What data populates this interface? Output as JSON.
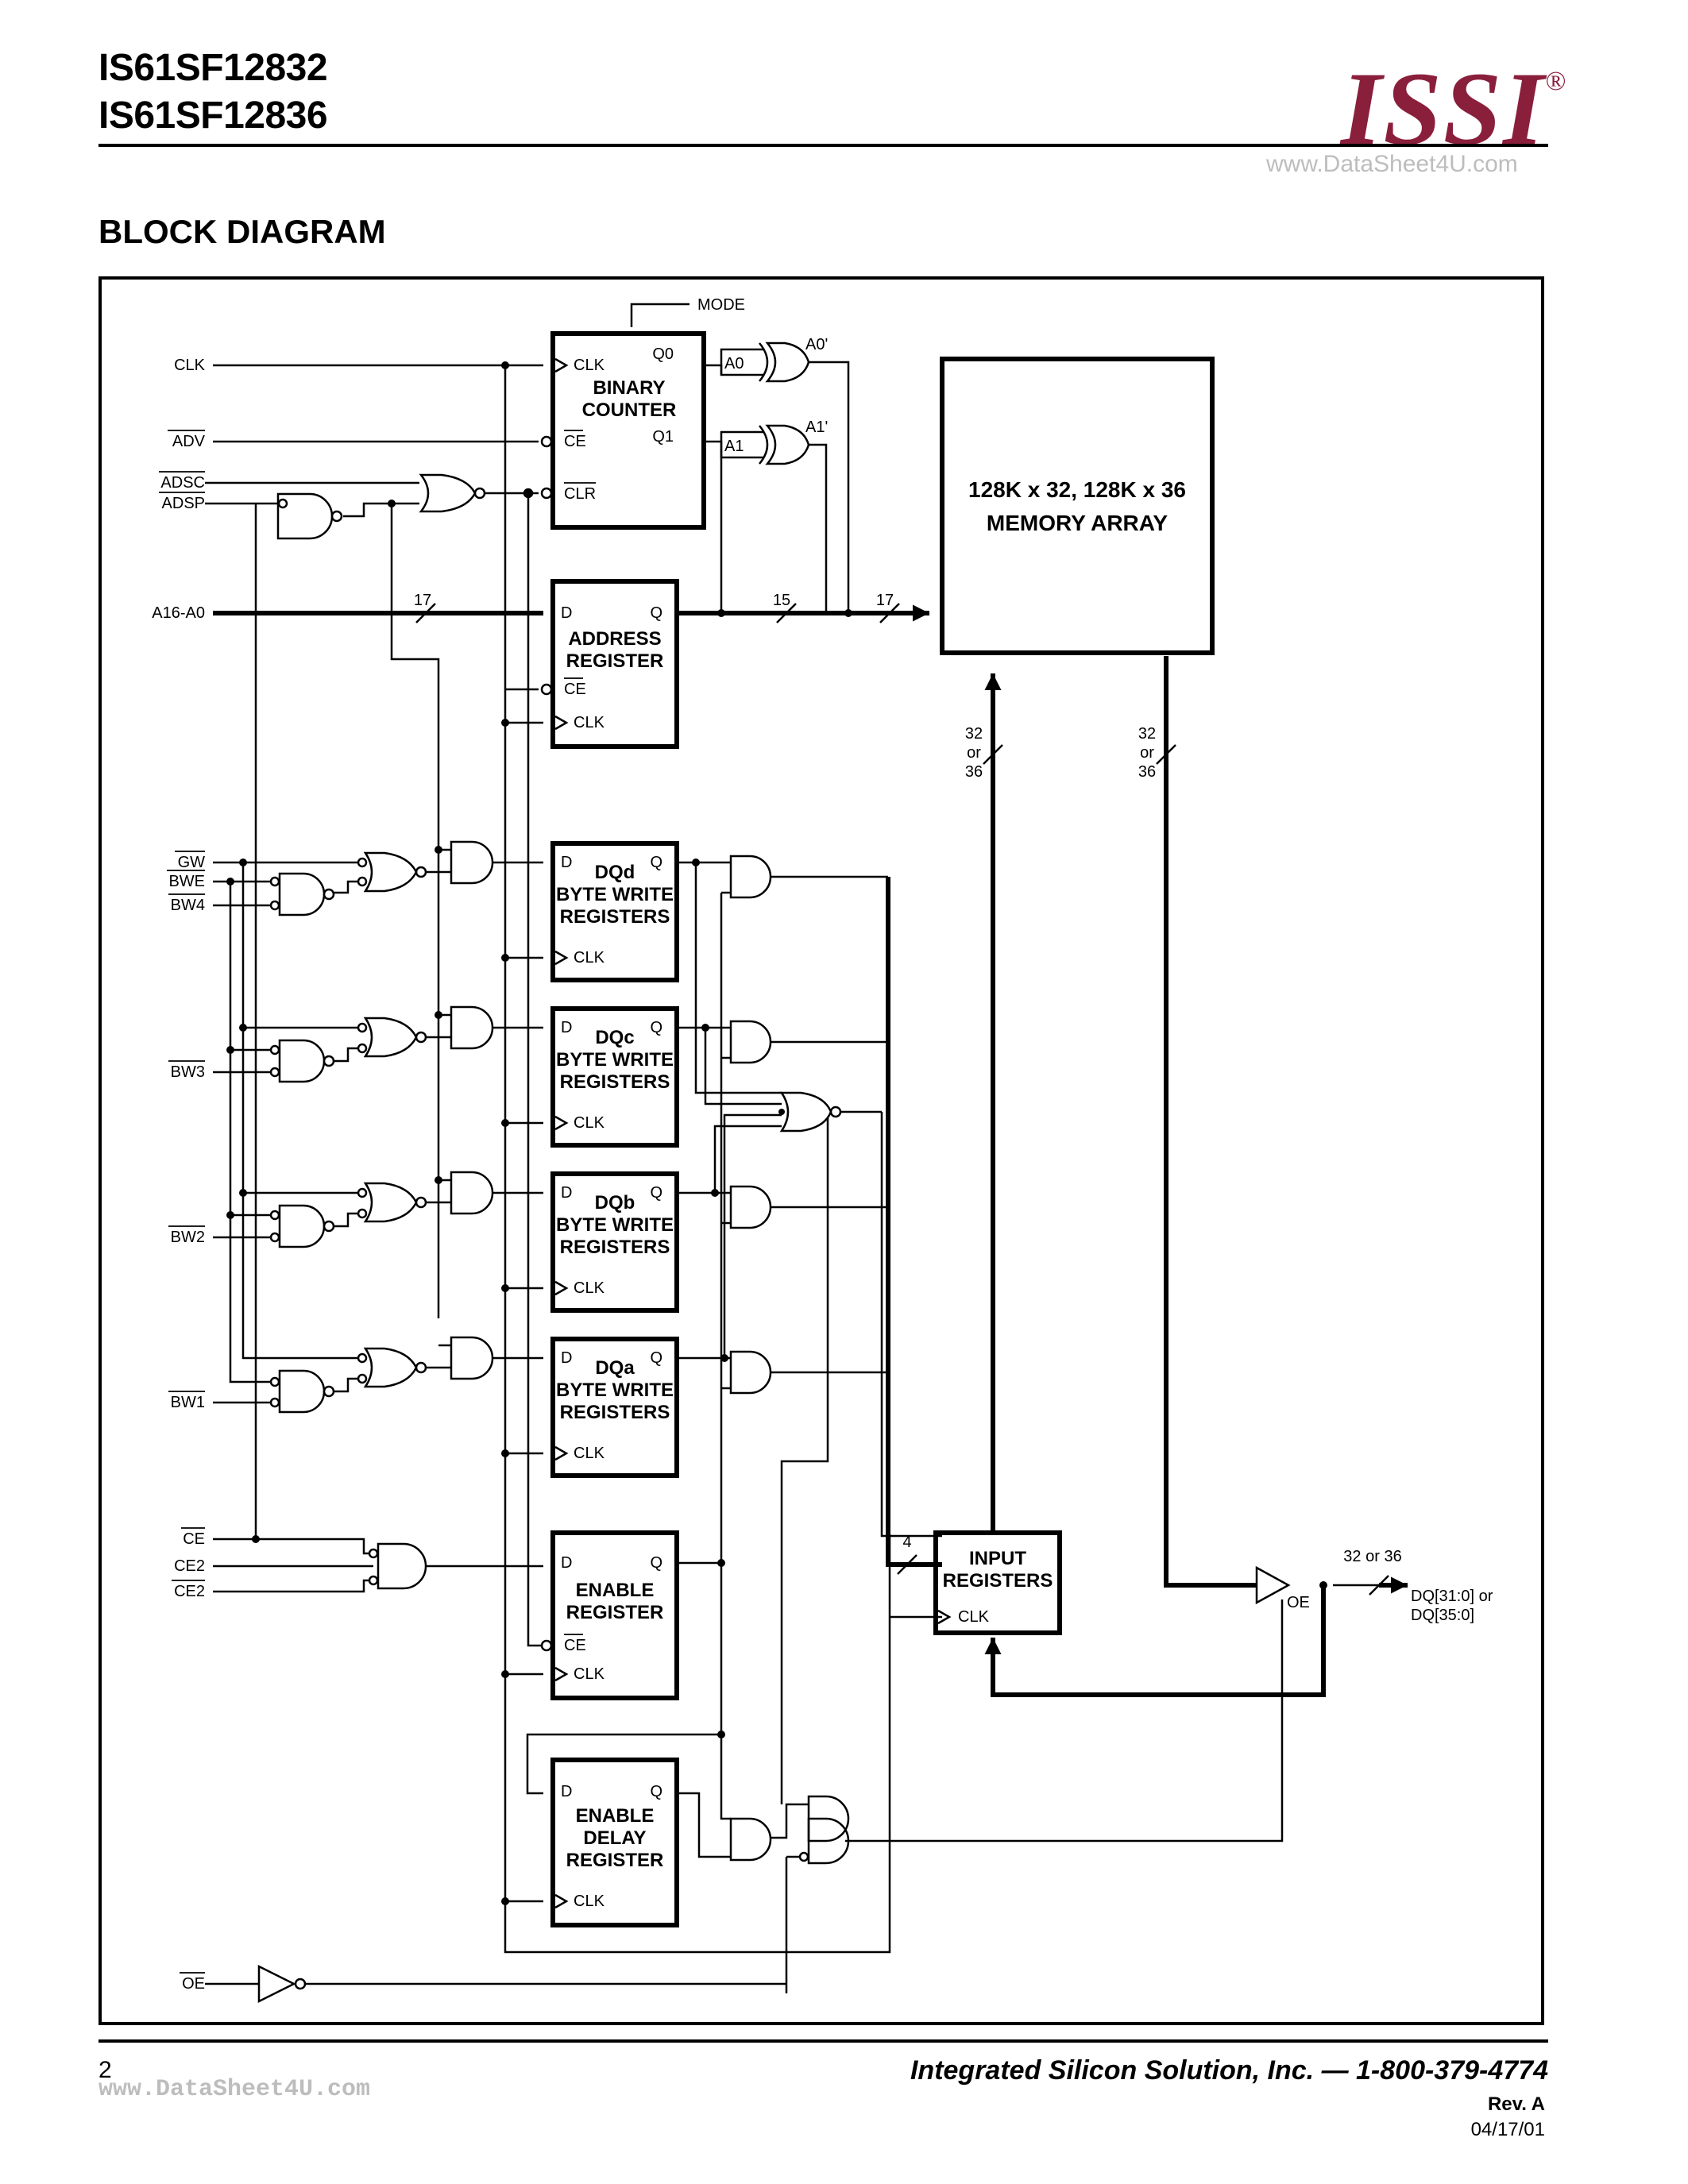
{
  "header": {
    "part_numbers": [
      "IS61SF12832",
      "IS61SF12836"
    ],
    "logo_text": "ISSI",
    "logo_mark": "®",
    "logo_color": "#8a1f3c",
    "watermark_top": "www.DataSheet4U.com"
  },
  "section_title": "BLOCK DIAGRAM",
  "diagram": {
    "signals": {
      "mode": "MODE",
      "clk": "CLK",
      "adv": "ADV",
      "adsc": "ADSC",
      "adsp": "ADSP",
      "addr": "A16-A0",
      "gw": "GW",
      "bwe": "BWE",
      "bw4": "BW4",
      "bw3": "BW3",
      "bw2": "BW2",
      "bw1": "BW1",
      "ce": "CE",
      "ce2": "CE2",
      "ce2b": "CE2",
      "oe": "OE"
    },
    "pins": {
      "clk": "CLK",
      "ce": "CE",
      "clr": "CLR",
      "d": "D",
      "q": "Q",
      "q0": "Q0",
      "q1": "Q1",
      "a0": "A0",
      "a1": "A1",
      "a0p": "A0'",
      "a1p": "A1'",
      "oe": "OE"
    },
    "blocks": {
      "binary_counter": [
        "BINARY",
        "COUNTER"
      ],
      "address_register": [
        "ADDRESS",
        "REGISTER"
      ],
      "dqd": [
        "DQd",
        "BYTE WRITE",
        "REGISTERS"
      ],
      "dqc": [
        "DQc",
        "BYTE WRITE",
        "REGISTERS"
      ],
      "dqb": [
        "DQb",
        "BYTE WRITE",
        "REGISTERS"
      ],
      "dqa": [
        "DQa",
        "BYTE WRITE",
        "REGISTERS"
      ],
      "enable_register": [
        "ENABLE",
        "REGISTER"
      ],
      "enable_delay_register": [
        "ENABLE",
        "DELAY",
        "REGISTER"
      ],
      "memory_array": [
        "128K x 32, 128K x 36",
        "MEMORY ARRAY"
      ],
      "input_registers": [
        "INPUT",
        "REGISTERS"
      ]
    },
    "bus_widths": {
      "addr_in": "17",
      "addr_mid": "15",
      "addr_out": "17",
      "write_path": [
        "32",
        "or",
        "36"
      ],
      "read_path": [
        "32",
        "or",
        "36"
      ],
      "input_reg": "4",
      "dq_out": "32 or 36"
    },
    "output_label": [
      "DQ[31:0] or",
      "DQ[35:0]"
    ]
  },
  "footer": {
    "page_number": "2",
    "company": "Integrated Silicon Solution, Inc. — 1-800-379-4774",
    "revision": "Rev.  A",
    "date": "04/17/01",
    "watermark_bottom": "www.DataSheet4U.com"
  }
}
